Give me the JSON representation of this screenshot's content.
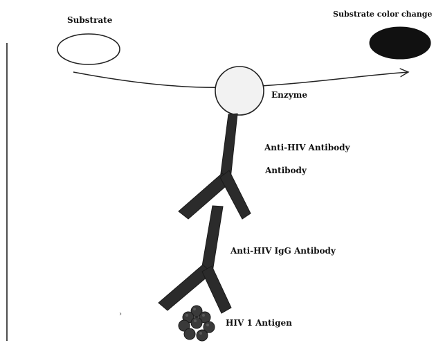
{
  "labels": {
    "substrate": "Substrate",
    "substrate_color_change": "Substrate color change",
    "enzyme": "Enzyme",
    "anti_hiv_antibody": "Anti-HIV Antibody",
    "antibody": "Antibody",
    "anti_hiv_igg_antibody": "Anti-HIV IgG Antibody",
    "hiv_1_antigen": "HIV 1 Antigen"
  },
  "colors": {
    "antibody_fill": "#2b2b2b",
    "substrate_after_fill": "#111111",
    "enzyme_fill": "#f2f2f2",
    "antigen_fill": "#3a3a3a",
    "line": "#222222",
    "background": "#ffffff"
  }
}
